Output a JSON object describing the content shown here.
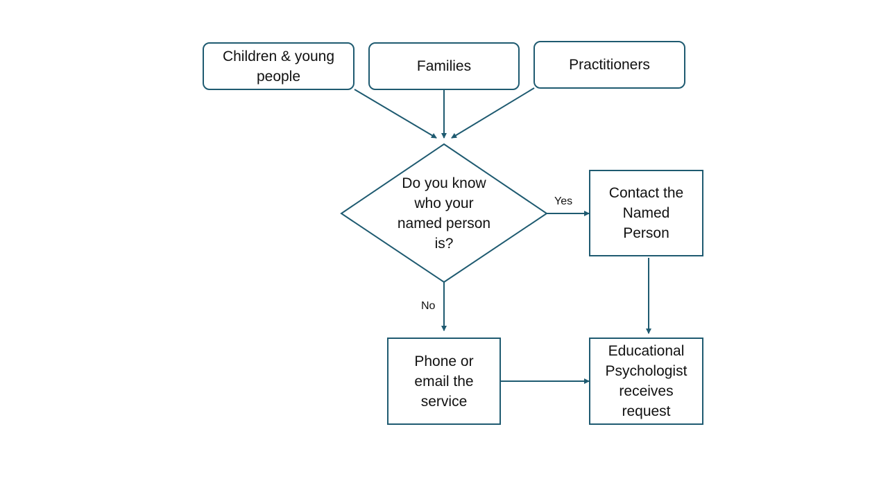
{
  "flowchart": {
    "sources": [
      {
        "label": "Children & young people"
      },
      {
        "label": "Families"
      },
      {
        "label": "Practitioners"
      }
    ],
    "decision": {
      "label": "Do you know who your named person is?"
    },
    "yes_label": "Yes",
    "no_label": "No",
    "contact_named_person": {
      "label": "Contact the Named Person"
    },
    "phone_or_email": {
      "label": "Phone or email the service"
    },
    "psychologist": {
      "label": "Educational Psychologist receives request"
    }
  },
  "colors": {
    "line": "#1e5a70",
    "text": "#111111",
    "background": "#ffffff"
  }
}
